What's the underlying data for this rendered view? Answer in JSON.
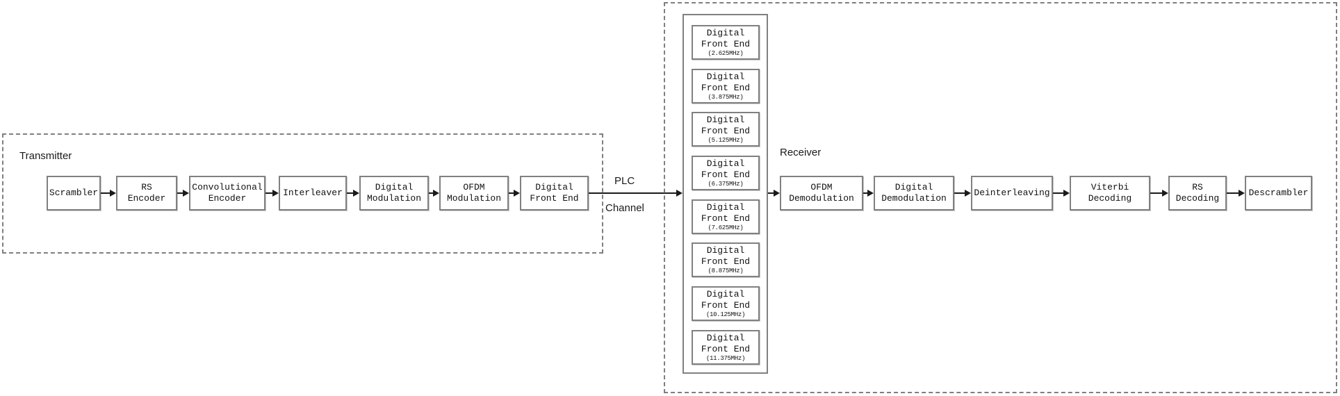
{
  "transmitter": {
    "label": "Transmitter",
    "blocks": [
      {
        "lines": [
          "Scrambler"
        ]
      },
      {
        "lines": [
          "RS",
          "Encoder"
        ]
      },
      {
        "lines": [
          "Convolutional",
          "Encoder"
        ]
      },
      {
        "lines": [
          "Interleaver"
        ]
      },
      {
        "lines": [
          "Digital",
          "Modulation"
        ]
      },
      {
        "lines": [
          "OFDM",
          "Modulation"
        ]
      },
      {
        "lines": [
          "Digital",
          "Front End"
        ]
      }
    ]
  },
  "channel": {
    "line1": "PLC",
    "line2": "Channel"
  },
  "receiver": {
    "label": "Receiver",
    "front_ends": [
      {
        "lines": [
          "Digital",
          "Front End"
        ],
        "freq": "(2.625MHz)"
      },
      {
        "lines": [
          "Digital",
          "Front End"
        ],
        "freq": "(3.875MHz)"
      },
      {
        "lines": [
          "Digital",
          "Front End"
        ],
        "freq": "(5.125MHz)"
      },
      {
        "lines": [
          "Digital",
          "Front End"
        ],
        "freq": "(6.375MHz)"
      },
      {
        "lines": [
          "Digital",
          "Front End"
        ],
        "freq": "(7.625MHz)"
      },
      {
        "lines": [
          "Digital",
          "Front End"
        ],
        "freq": "(8.875MHz)"
      },
      {
        "lines": [
          "Digital",
          "Front End"
        ],
        "freq": "(10.125MHz)"
      },
      {
        "lines": [
          "Digital",
          "Front End"
        ],
        "freq": "(11.375MHz)"
      }
    ],
    "blocks": [
      {
        "lines": [
          "OFDM",
          "Demodulation"
        ]
      },
      {
        "lines": [
          "Digital",
          "Demodulation"
        ]
      },
      {
        "lines": [
          "Deinterleaving"
        ]
      },
      {
        "lines": [
          "Viterbi",
          "Decoding"
        ]
      },
      {
        "lines": [
          "RS",
          "Decoding"
        ]
      },
      {
        "lines": [
          "Descrambler"
        ]
      }
    ]
  },
  "colors": {
    "block_border": "#808080",
    "dashed_border": "#7f7f7f",
    "arrow": "#1a1a1a",
    "text": "#111111",
    "background": "#ffffff"
  }
}
